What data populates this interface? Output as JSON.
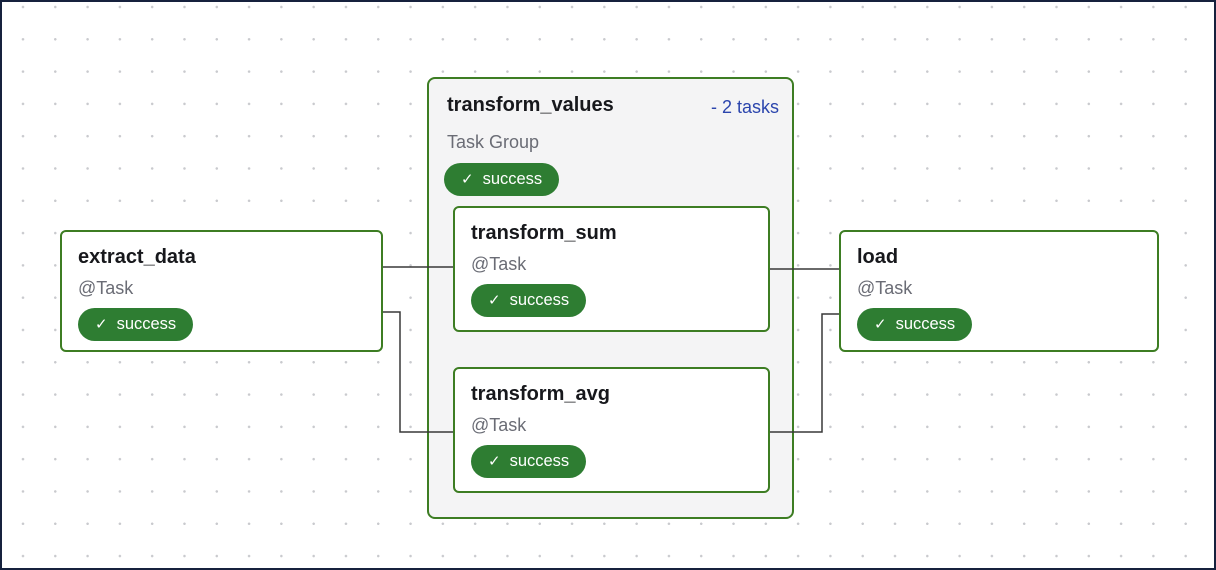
{
  "canvas": {
    "background": "#ffffff",
    "border_color": "#16213d",
    "dot_color": "#c9cace"
  },
  "colors": {
    "node_border_green": "#3d7d23",
    "badge_green": "#2e7d32",
    "group_background": "#f4f4f5",
    "title_text": "#17181c",
    "secondary_text": "#6a6c75",
    "toggle_blue": "#2b45ad",
    "edge": "#383838"
  },
  "group": {
    "title": "transform_values",
    "tasks_toggle": "- 2 tasks",
    "subtitle": "Task Group",
    "status": {
      "icon": "✓",
      "label": "success"
    }
  },
  "nodes": {
    "extract": {
      "title": "extract_data",
      "subtitle": "@Task",
      "status": {
        "icon": "✓",
        "label": "success"
      }
    },
    "sum": {
      "title": "transform_sum",
      "subtitle": "@Task",
      "status": {
        "icon": "✓",
        "label": "success"
      }
    },
    "avg": {
      "title": "transform_avg",
      "subtitle": "@Task",
      "status": {
        "icon": "✓",
        "label": "success"
      }
    },
    "load": {
      "title": "load",
      "subtitle": "@Task",
      "status": {
        "icon": "✓",
        "label": "success"
      }
    }
  },
  "edges": [
    {
      "from": "extract_data",
      "to": "transform_values.transform_sum"
    },
    {
      "from": "extract_data",
      "to": "transform_values.transform_avg"
    },
    {
      "from": "transform_values.transform_sum",
      "to": "load"
    },
    {
      "from": "transform_values.transform_avg",
      "to": "load"
    }
  ]
}
